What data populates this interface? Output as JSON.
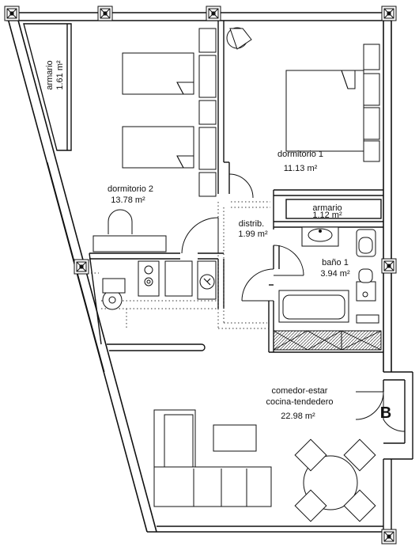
{
  "rooms": {
    "armario_left": {
      "name": "armario",
      "area": "1.61 m²"
    },
    "dormitorio_2": {
      "name": "dormitorio 2",
      "area": "13.78 m²"
    },
    "dormitorio_1": {
      "name": "dormitorio 1",
      "area": "11.13 m²"
    },
    "armario_right": {
      "name": "armario",
      "area": "1.12 m²"
    },
    "distrib": {
      "name": "distrib.",
      "area": "1.99 m²"
    },
    "bano_1": {
      "name": "baño 1",
      "area": "3.94 m²"
    },
    "comedor": {
      "name_line1": "comedor-estar",
      "name_line2": "cocina-tendedero",
      "area": "22.98 m²"
    }
  },
  "unit_label": "B",
  "colors": {
    "wall": "#111111",
    "hatch": "#555555",
    "fill": "#ffffff"
  },
  "icons": [
    "column-marker-icon",
    "bed-icon",
    "chair-icon",
    "sink-icon",
    "toilet-icon",
    "bidet-icon",
    "bathtub-icon",
    "stove-icon",
    "sofa-icon",
    "dining-table-icon"
  ]
}
